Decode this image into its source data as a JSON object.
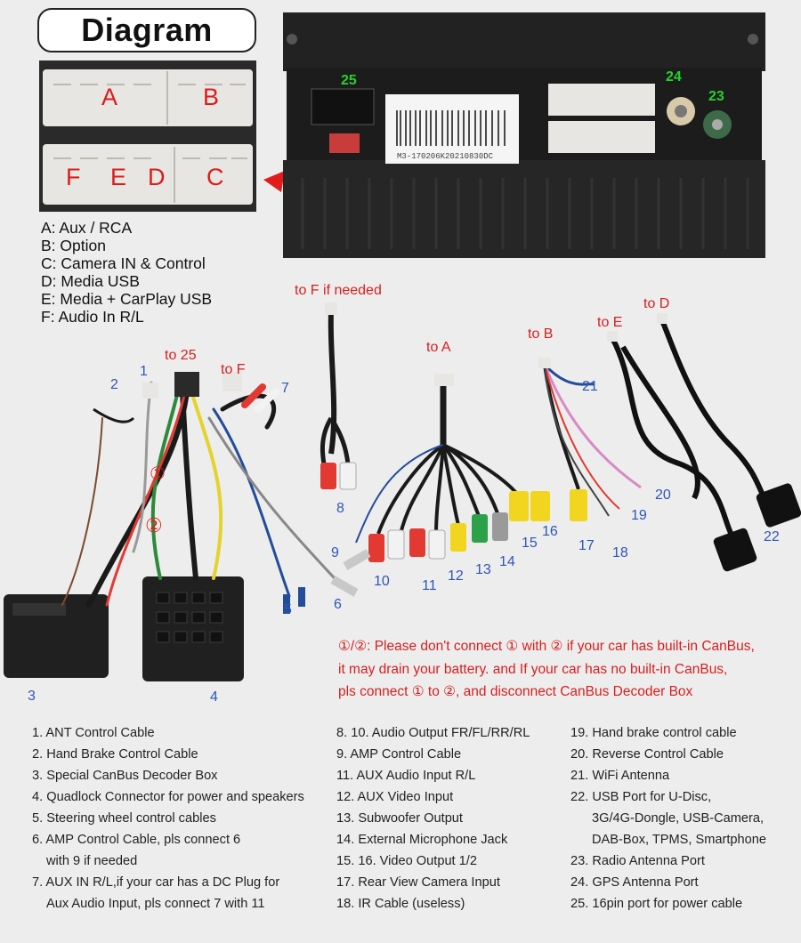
{
  "title": "Diagram",
  "connector_letters": [
    "A",
    "B",
    "F",
    "E",
    "D",
    "C"
  ],
  "legend": [
    "A: Aux / RCA",
    "B: Option",
    "C: Camera IN & Control",
    "D: Media USB",
    "E: Media + CarPlay USB",
    "F: Audio In R/L"
  ],
  "unit_ports": {
    "p25": "25",
    "p24": "24",
    "p23": "23"
  },
  "unit_sticker": "M3-170206K20210830DC",
  "to_labels": {
    "f_if_needed": "to F if needed",
    "to25": "to 25",
    "toF": "to F",
    "toA": "to A",
    "toB": "to B",
    "toE": "to E",
    "toD": "to D"
  },
  "circled": {
    "one": "①",
    "two": "②"
  },
  "numbers": {
    "n1": "1",
    "n2": "2",
    "n3": "3",
    "n4": "4",
    "n5": "5",
    "n6": "6",
    "n7": "7",
    "n8": "8",
    "n9": "9",
    "n10": "10",
    "n11": "11",
    "n12": "12",
    "n13": "13",
    "n14": "14",
    "n15": "15",
    "n16": "16",
    "n17": "17",
    "n18": "18",
    "n19": "19",
    "n20": "20",
    "n21": "21",
    "n22": "22"
  },
  "warning": [
    "①/②: Please don't connect ① with ② if your car has built-in CanBus,",
    "it may drain your battery. and If your car has no built-in CanBus,",
    "pls connect ① to ②, and disconnect CanBus Decoder Box"
  ],
  "list_col1": [
    "1. ANT Control Cable",
    "2. Hand Brake Control Cable",
    "3. Special CanBus Decoder Box",
    "4. Quadlock Connector for power and speakers",
    "5. Steering wheel control cables",
    "6. AMP Control Cable, pls connect 6",
    "with 9 if needed",
    "7. AUX IN R/L,if your car has a DC Plug for",
    "Aux Audio Input, pls connect 7 with 11"
  ],
  "list_col2": [
    "8. 10. Audio Output FR/FL/RR/RL",
    "9. AMP Control Cable",
    "11. AUX Audio Input R/L",
    "12. AUX Video Input",
    "13. Subwoofer Output",
    "14. External Microphone Jack",
    "15. 16. Video Output 1/2",
    "17. Rear View Camera Input",
    "18. IR Cable (useless)"
  ],
  "list_col3": [
    "19. Hand brake control cable",
    "20. Reverse Control Cable",
    "21. WiFi Antenna",
    "22. USB Port for U-Disc,",
    "3G/4G-Dongle, USB-Camera,",
    "DAB-Box, TPMS, Smartphone",
    "23. Radio Antenna Port",
    "24. GPS Antenna Port",
    "25. 16pin port for power cable"
  ],
  "colors": {
    "red_text": "#d91e1e",
    "blue_text": "#2d56b9",
    "green_text": "#26d12a",
    "rca_red": "#e23a32",
    "rca_white": "#f2f2f2",
    "rca_yellow": "#f1d51e",
    "rca_green": "#2da14a",
    "rca_gray": "#9a9a9a",
    "cable_black": "#1a1a1a"
  }
}
